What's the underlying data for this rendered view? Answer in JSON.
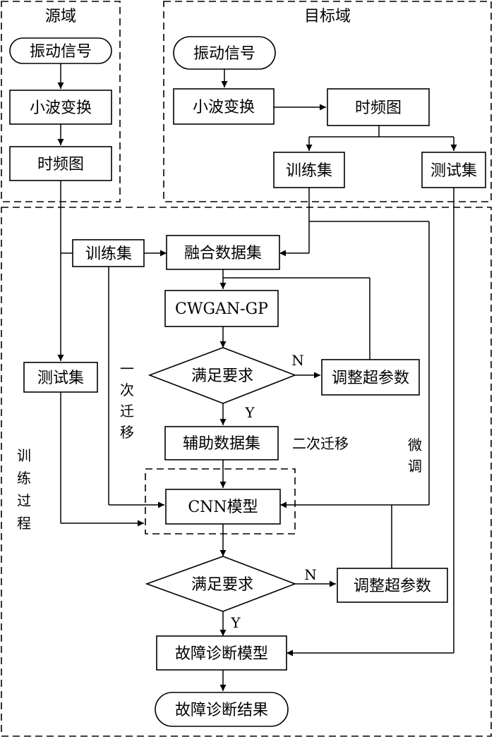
{
  "regions": {
    "source": "源域",
    "target": "目标域",
    "training": [
      "训",
      "练",
      "过",
      "程"
    ]
  },
  "source": {
    "signal": "振动信号",
    "wavelet": "小波变换",
    "tf": "时频图",
    "train": "训练集",
    "test": "测试集"
  },
  "target": {
    "signal": "振动信号",
    "wavelet": "小波变换",
    "tf": "时频图",
    "train": "训练集",
    "test": "测试集"
  },
  "process": {
    "fusion": "融合数据集",
    "cwgan": "CWGAN-GP",
    "decision1": "满足要求",
    "adjust1": "调整超参数",
    "aux": "辅助数据集",
    "cnn": "CNN模型",
    "decision2": "满足要求",
    "adjust2": "调整超参数",
    "diag_model": "故障诊断模型",
    "result": "故障诊断结果"
  },
  "labels": {
    "yes": "Y",
    "no": "N",
    "first_transfer": [
      "一",
      "次",
      "迁",
      "移"
    ],
    "second_transfer": "二次迁移",
    "fine_tune": [
      "微",
      "调"
    ]
  }
}
